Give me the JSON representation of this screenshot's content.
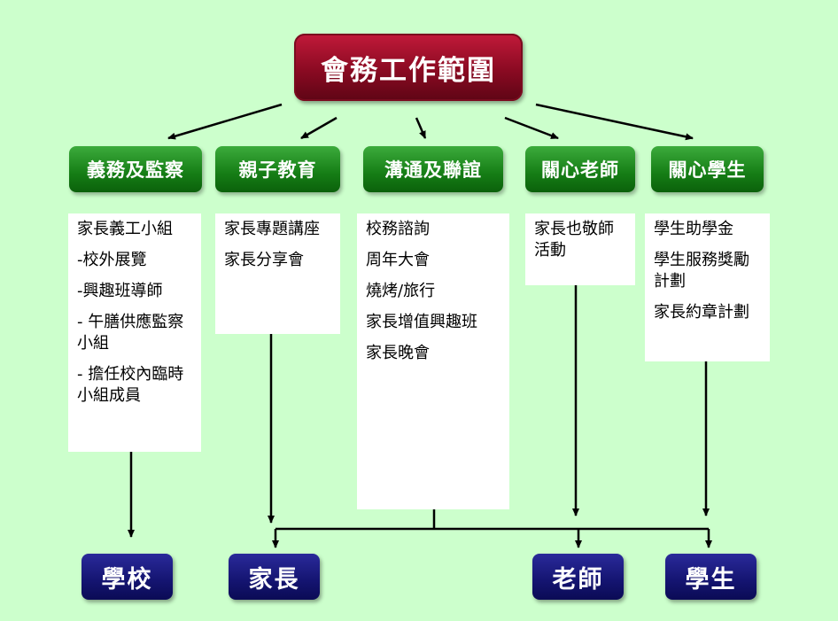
{
  "title": "會務工作範圍",
  "categories": [
    {
      "label": "義務及監察",
      "items": [
        "家長義工小組",
        "-校外展覽",
        "-興趣班導師",
        "- 午膳供應監察小組",
        "- 擔任校內臨時小組成員"
      ]
    },
    {
      "label": "親子教育",
      "items": [
        "家長專題講座",
        "家長分享會"
      ]
    },
    {
      "label": "溝通及聯誼",
      "items": [
        "校務諮詢",
        "周年大會",
        "燒烤/旅行",
        "家長增值興趣班",
        "家長晚會"
      ]
    },
    {
      "label": "關心老師",
      "items": [
        "家長也敬師活動"
      ]
    },
    {
      "label": "關心學生",
      "items": [
        "學生助學金",
        "學生服務獎勵計劃",
        "家長約章計劃"
      ]
    }
  ],
  "targets": [
    "學校",
    "家長",
    "老師",
    "學生"
  ],
  "colors": {
    "background": "#ccffcc",
    "title_box": "#8a0a22",
    "category_box": "#157d15",
    "target_box": "#141470"
  }
}
